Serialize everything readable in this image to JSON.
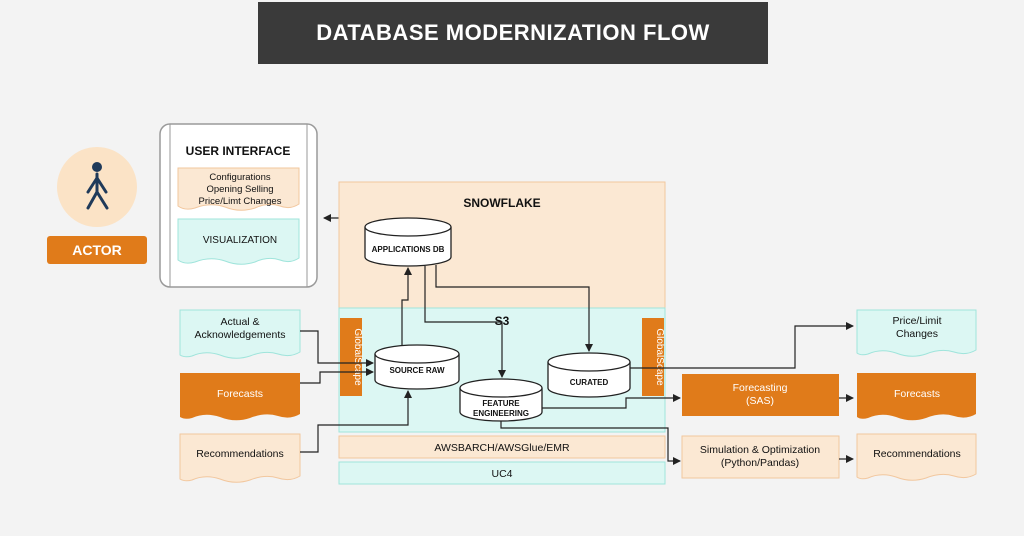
{
  "title": "DATABASE MODERNIZATION FLOW",
  "actor": {
    "label": "ACTOR",
    "icon": "person-walking-icon"
  },
  "user_interface": {
    "title": "USER INTERFACE",
    "config_lines": [
      "Configurations",
      "Opening Selling",
      "Price/Limt Changes"
    ],
    "visualization": "VISUALIZATION"
  },
  "snowflake": {
    "title": "SNOWFLAKE",
    "applications_db": "APPLICATIONS DB"
  },
  "s3": {
    "title": "S3",
    "globalscape": "GlobalScape",
    "source_raw": "SOURCE RAW",
    "curated": "CURATED",
    "feature_engineering": [
      "FEATURE",
      "ENGINEERING"
    ],
    "awsbarch": "AWSBARCH/AWSGlue/EMR",
    "uc4": "UC4"
  },
  "inputs": {
    "actual": [
      "Actual &",
      "Acknowledgements"
    ],
    "forecasts": "Forecasts",
    "recommendations": "Recommendations"
  },
  "processing": {
    "forecasting": [
      "Forecasting",
      "(SAS)"
    ],
    "simulation": [
      "Simulation & Optimization",
      "(Python/Pandas)"
    ]
  },
  "outputs": {
    "price_limit": [
      "Price/Limit",
      "Changes"
    ],
    "forecasts": "Forecasts",
    "recommendations": "Recommendations"
  },
  "colors": {
    "orange": "#e07b1a",
    "peach": "#fbe8d3",
    "peach_border": "#f2c79e",
    "mint": "#dcf7f3",
    "mint_border": "#9fe4db",
    "dark": "#3a3a3a"
  }
}
